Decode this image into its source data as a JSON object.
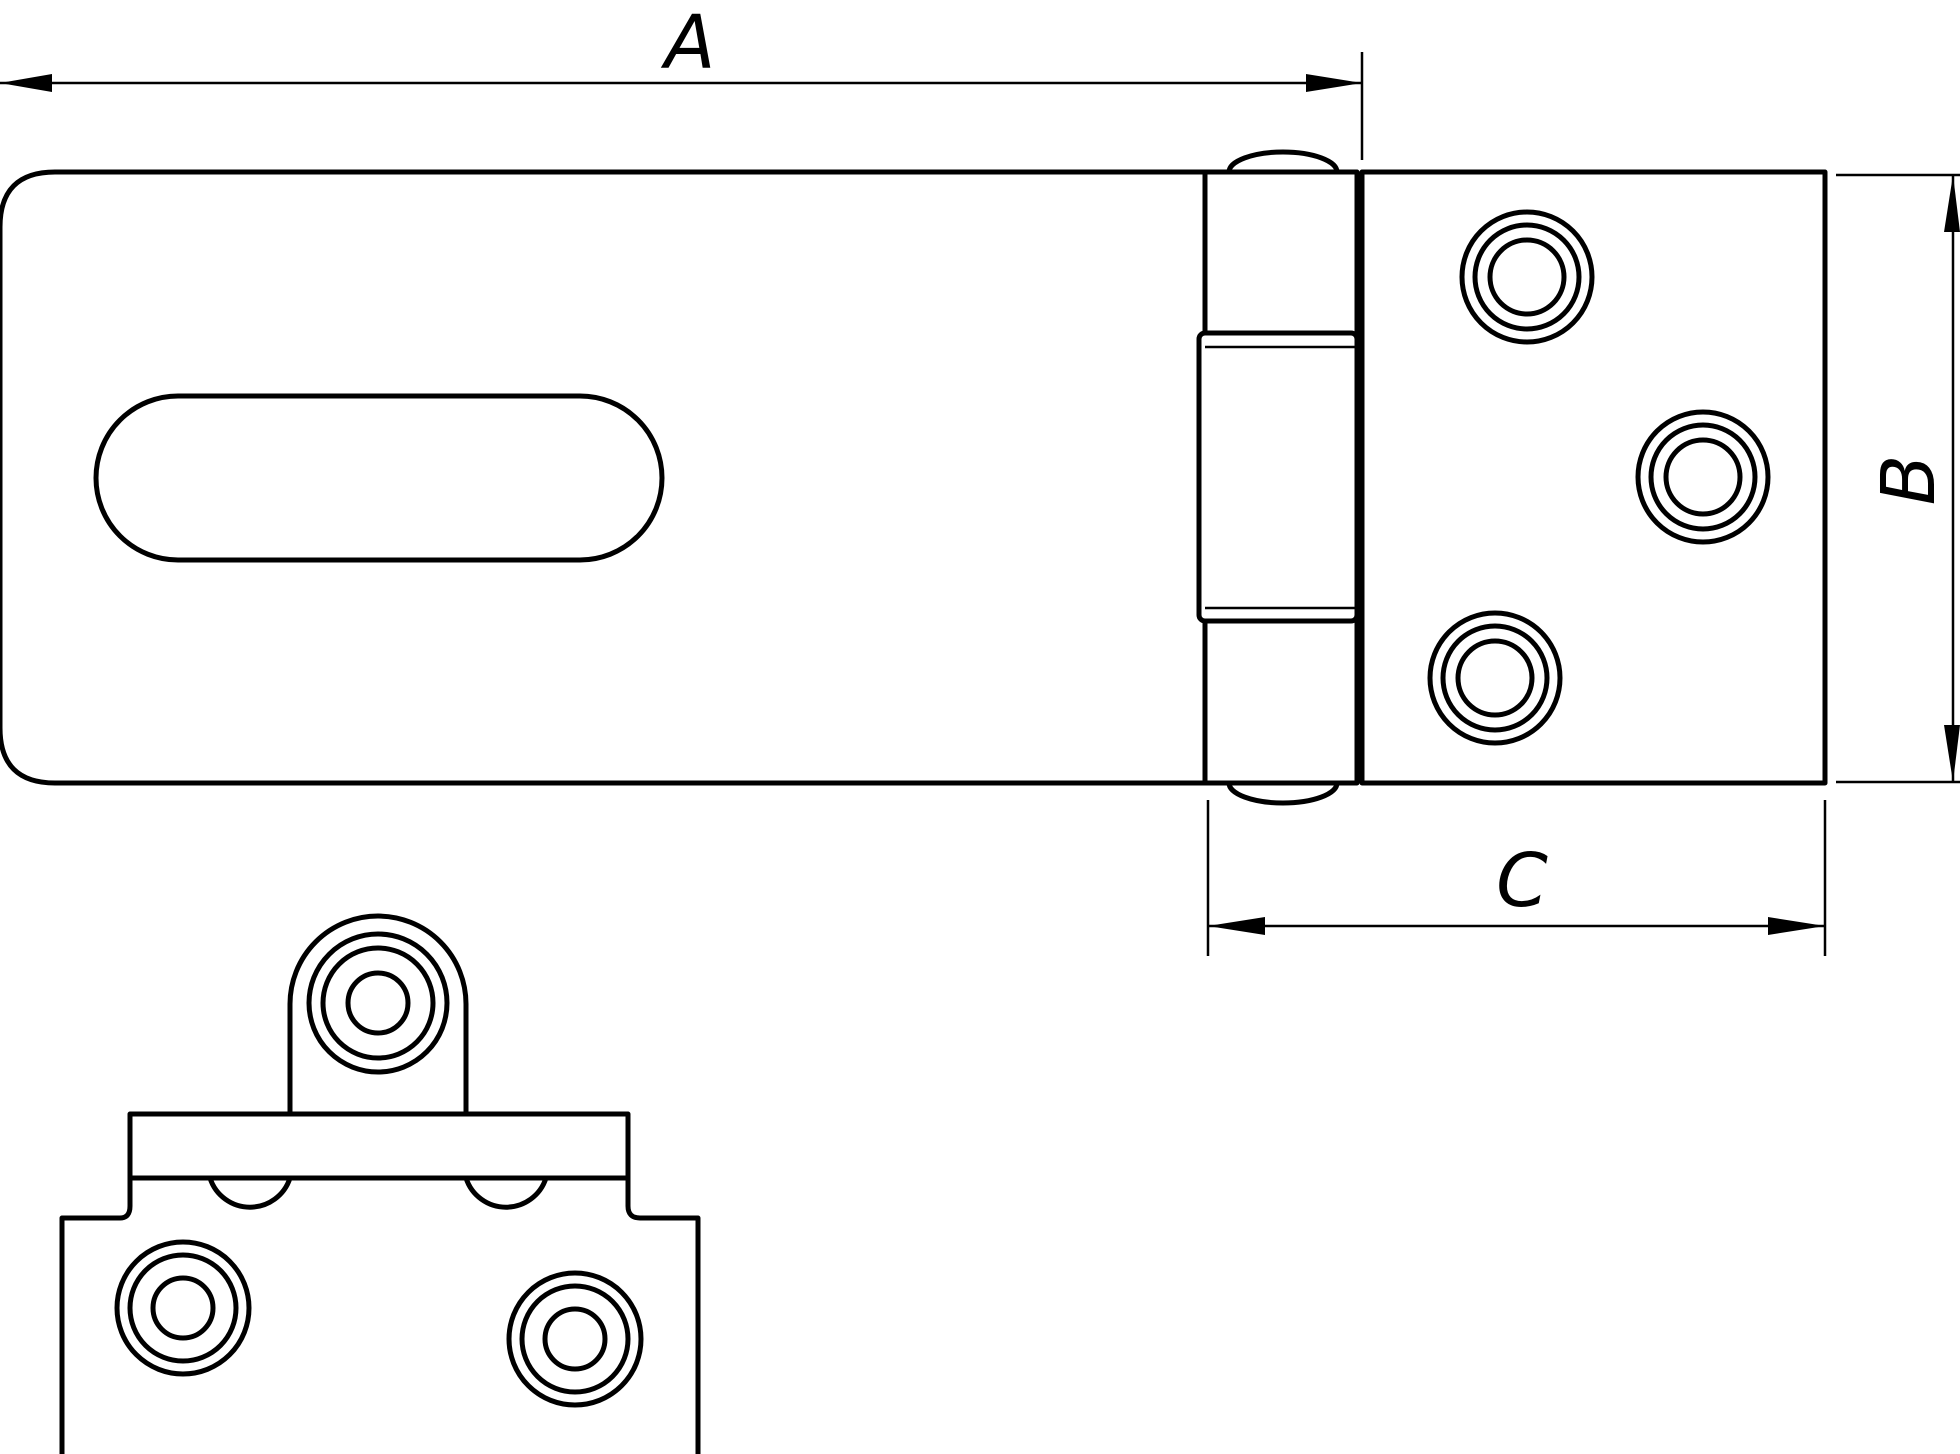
{
  "drawing": {
    "dimensions": {
      "a_label": "A",
      "b_label": "B",
      "c_label": "C"
    },
    "colors": {
      "line": "#000000",
      "background": "#ffffff"
    }
  }
}
